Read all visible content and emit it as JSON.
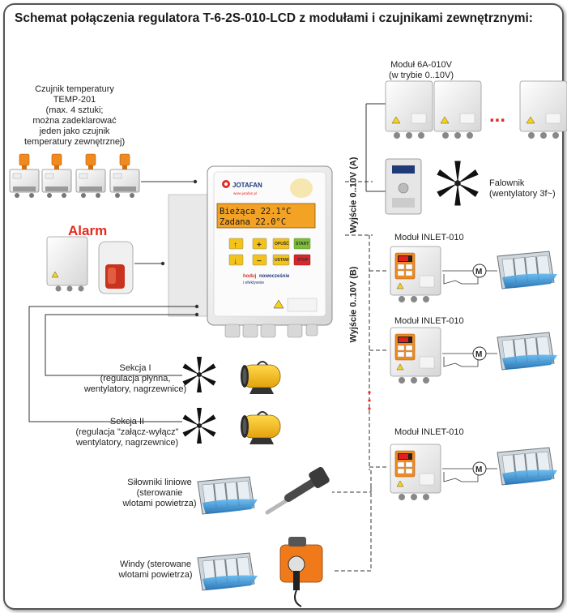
{
  "title": "Schemat połączenia regulatora T-6-2S-010-LCD z modułami i czujnikami zewnętrznymi:",
  "sensor": {
    "lines": [
      "Czujnik temperatury",
      "TEMP-201",
      "(max. 4 sztuki;",
      "można zadeklarować",
      "jeden jako czujnik",
      "temperatury zewnętrznej)"
    ]
  },
  "alarm": {
    "label": "Alarm"
  },
  "controller": {
    "brand": "JOTAFAN",
    "website": "www.jotafan.pl",
    "lcd_line1": "Bieżąca  22.1°C",
    "lcd_line2": "Zadana   22.0°C",
    "btn_opusc": "OPUŚĆ",
    "btn_start": "START",
    "btn_ustaw": "USTAW",
    "btn_stop": "STOP",
    "slogan_1": "hoduj",
    "slogan_2": "nowocześnie",
    "slogan_3": "i efektywnie"
  },
  "output_a": {
    "label": "Wyjście 0..10V (A)"
  },
  "output_b": {
    "label": "Wyjście  0..10V (B)"
  },
  "module_6a": {
    "lines": [
      "Moduł  6A-010V",
      "(w trybie 0..10V)"
    ],
    "dots": "..."
  },
  "falownik": {
    "lines": [
      "Falownik",
      "(wentylatory 3f~)"
    ]
  },
  "inlet_modules": [
    {
      "label": "Moduł  INLET-010"
    },
    {
      "label": "Moduł  INLET-010"
    },
    {
      "label": "Moduł  INLET-010"
    }
  ],
  "motor_symbol": "M",
  "section1": {
    "lines": [
      "Sekcja I",
      "(regulacja płynna,",
      "wentylatory, nagrzewnice)"
    ]
  },
  "section2": {
    "lines": [
      "Sekcja II",
      "(regulacja \"załącz-wyłącz\"",
      "wentylatory, nagrzewnice)"
    ]
  },
  "actuators": {
    "lines": [
      "Siłowniki liniowe",
      "(sterowanie",
      "wlotami powietrza)"
    ]
  },
  "winches": {
    "lines": [
      "Windy (sterowane",
      "wlotami powietrza)"
    ]
  },
  "colors": {
    "alarm_red": "#e8281c",
    "lcd_orange": "#f2a224",
    "inlet_orange": "#f08a1e",
    "vent_blue": "#2f8fd6",
    "heater_yellow": "#f6c21a",
    "button_yellow": "#f3c21b",
    "button_green": "#7dbd3a",
    "button_red": "#d9262c"
  }
}
